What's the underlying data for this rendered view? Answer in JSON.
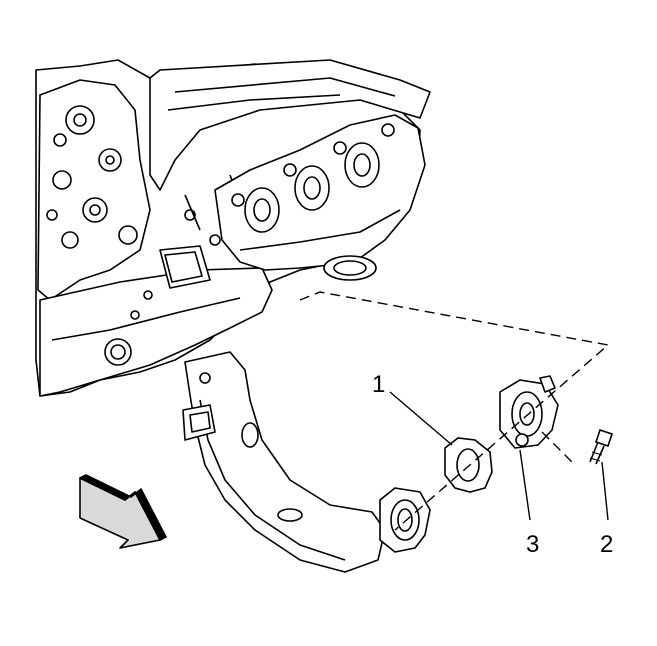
{
  "callouts": [
    {
      "label": "1"
    },
    {
      "label": "2"
    },
    {
      "label": "3"
    }
  ],
  "colors": {
    "line": "#000000",
    "background": "#ffffff",
    "arrow_fill": "#d9d9d9"
  }
}
